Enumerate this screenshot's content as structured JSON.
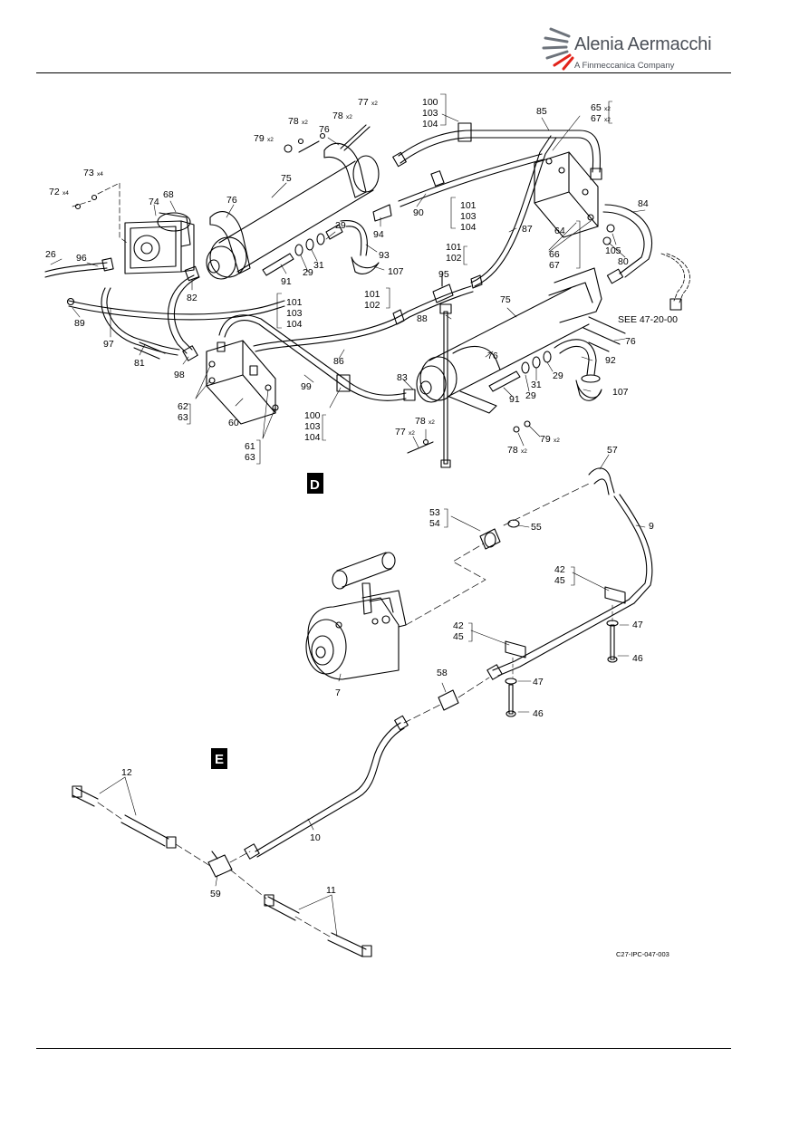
{
  "header": {
    "brand": "Alenia Aermacchi",
    "tagline": "A Finmeccanica Company"
  },
  "colors": {
    "logo_accent": "#e2231a",
    "logo_grey": "#6d737b",
    "line": "#000000"
  },
  "icons": {
    "logo": "alenia-aermacchi-logo-icon"
  },
  "views": {
    "d": "D",
    "e": "E"
  },
  "figure_ref": "C27-IPC-047-003",
  "see_ref": "SEE 47-20-00",
  "callouts": {
    "c26": "26",
    "c96": "96",
    "c89": "89",
    "c97": "97",
    "c81": "81",
    "c98": "98",
    "c72": "72",
    "c72q": "x4",
    "c73": "73",
    "c73q": "x4",
    "c74": "74",
    "c68": "68",
    "c76a": "76",
    "c75a": "75",
    "c76b": "76",
    "c78a": "78",
    "c78aq": "x2",
    "c78b": "78",
    "c78bq": "x2",
    "c79a": "79",
    "c79aq": "x2",
    "c77a": "77",
    "c77aq": "x2",
    "c100a": "100",
    "c103a": "103",
    "c104a": "104",
    "c85": "85",
    "c65": "65",
    "c65q": "x2",
    "c67": "67",
    "c67q": "x2",
    "c90": "90",
    "c101a": "101",
    "c103b": "103",
    "c104b": "104",
    "c87": "87",
    "c64": "64",
    "c84": "84",
    "c66": "66",
    "c67b": "67",
    "c105": "105",
    "c80": "80",
    "c94": "94",
    "c93": "93",
    "c107a": "107",
    "c29a": "29",
    "c31a": "31",
    "c29b": "29",
    "c91a": "91",
    "c101b": "101",
    "c102a": "102",
    "c95": "95",
    "c82": "82",
    "c101c": "101",
    "c103c": "103",
    "c104c": "104",
    "c101d": "101",
    "c102b": "102",
    "c88": "88",
    "c75b": "75",
    "c76c": "76",
    "c76d": "76",
    "c86": "86",
    "c99": "99",
    "c83": "83",
    "c92": "92",
    "c29c": "29",
    "c31b": "31",
    "c29d": "29",
    "c91b": "91",
    "c107b": "107",
    "c62": "62",
    "c63a": "63",
    "c60": "60",
    "c61": "61",
    "c63b": "63",
    "c100b": "100",
    "c103d": "103",
    "c104d": "104",
    "c78c": "78",
    "c78cq": "x2",
    "c77b": "77",
    "c77bq": "x2",
    "c78d": "78",
    "c78dq": "x2",
    "c79b": "79",
    "c79bq": "x2",
    "c57": "57",
    "c53": "53",
    "c54": "54",
    "c55": "55",
    "c9": "9",
    "c42a": "42",
    "c45a": "45",
    "c47a": "47",
    "c46a": "46",
    "c42b": "42",
    "c45b": "45",
    "c7": "7",
    "c58": "58",
    "c47b": "47",
    "c46b": "46",
    "c12": "12",
    "c10": "10",
    "c59": "59",
    "c11": "11"
  }
}
